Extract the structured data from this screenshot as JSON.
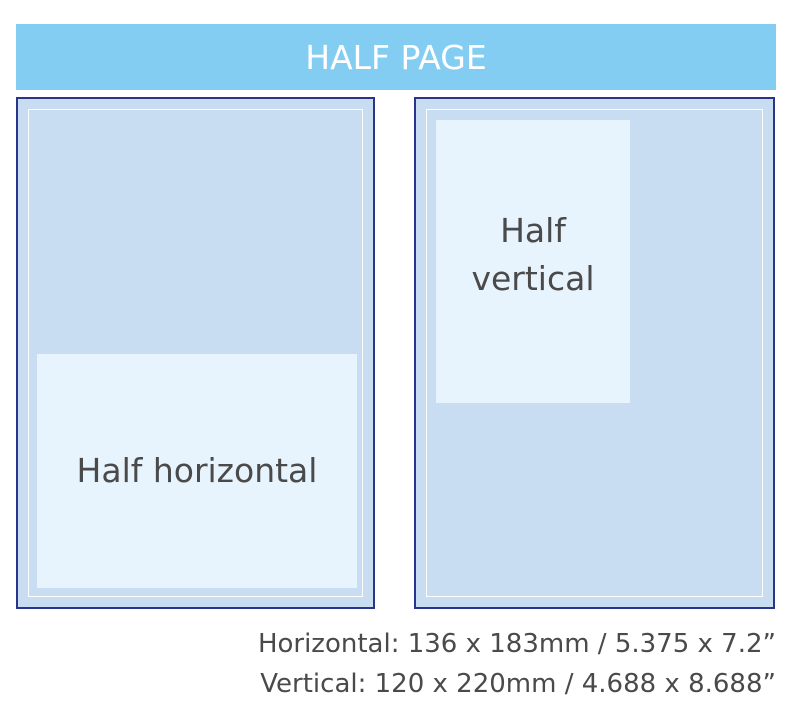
{
  "title": "HALF PAGE",
  "horizontal": {
    "label": "Half horizontal"
  },
  "vertical": {
    "label_line1": "Half",
    "label_line2": "vertical"
  },
  "dimensions": {
    "horizontal": "Horizontal: 136 x 183mm  /  5.375 x 7.2”",
    "vertical": "Vertical: 120 x 220mm  /  4.688 x 8.688”"
  },
  "colors": {
    "banner": "#83cdf2",
    "page_fill": "#c8ddf1",
    "page_border": "#27358a",
    "ad_fill": "#e8f4fd",
    "text": "#4a4a4a"
  }
}
